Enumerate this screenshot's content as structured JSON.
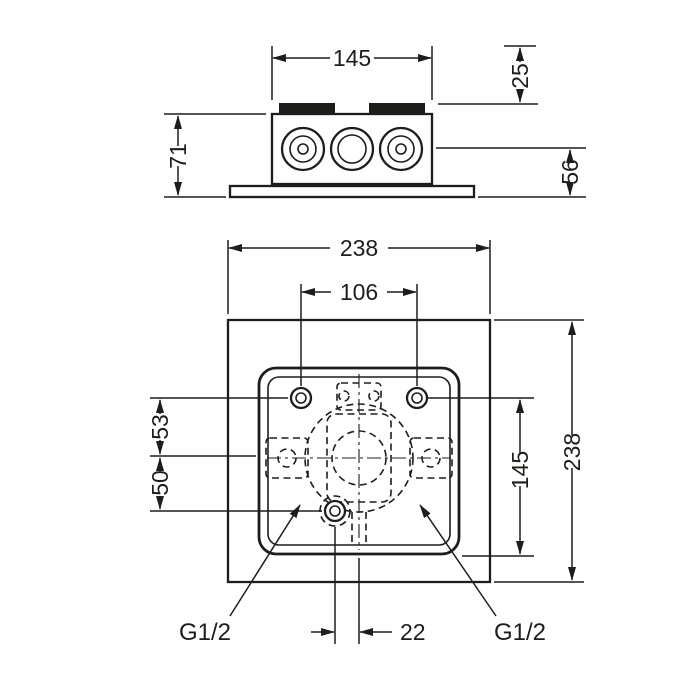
{
  "side_view": {
    "width": "145",
    "top_offset": "25",
    "height": "71",
    "depth": "56"
  },
  "front_view": {
    "outer_width": "238",
    "hole_spacing": "106",
    "upper_spacing": "53",
    "lower_spacing": "50",
    "inner_height": "145",
    "outer_height": "238",
    "bottom_offset": "22",
    "thread_left": "G1/2",
    "thread_right": "G1/2"
  }
}
